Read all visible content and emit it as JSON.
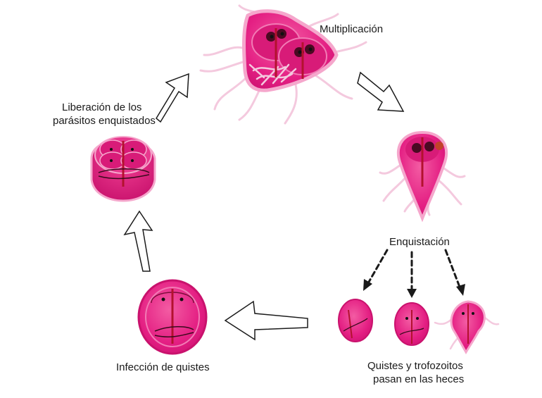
{
  "diagram": {
    "title": "Ciclo de vida de Giardia",
    "labels": {
      "multiplication": "Multiplicación",
      "release_line1": "Liberación de los",
      "release_line2": "parásitos enquistados",
      "encystation": "Enquistación",
      "infection": "Infección de quistes",
      "feces_line1": "Quistes y trofozoitos",
      "feces_line2": "pasan en las heces"
    },
    "colors": {
      "cell_fill": "#e41f83",
      "cell_light": "#f27bb5",
      "nucleus": "#b3122e",
      "flagella": "#f4c9de",
      "arrow_stroke": "#1a1a1a"
    }
  }
}
